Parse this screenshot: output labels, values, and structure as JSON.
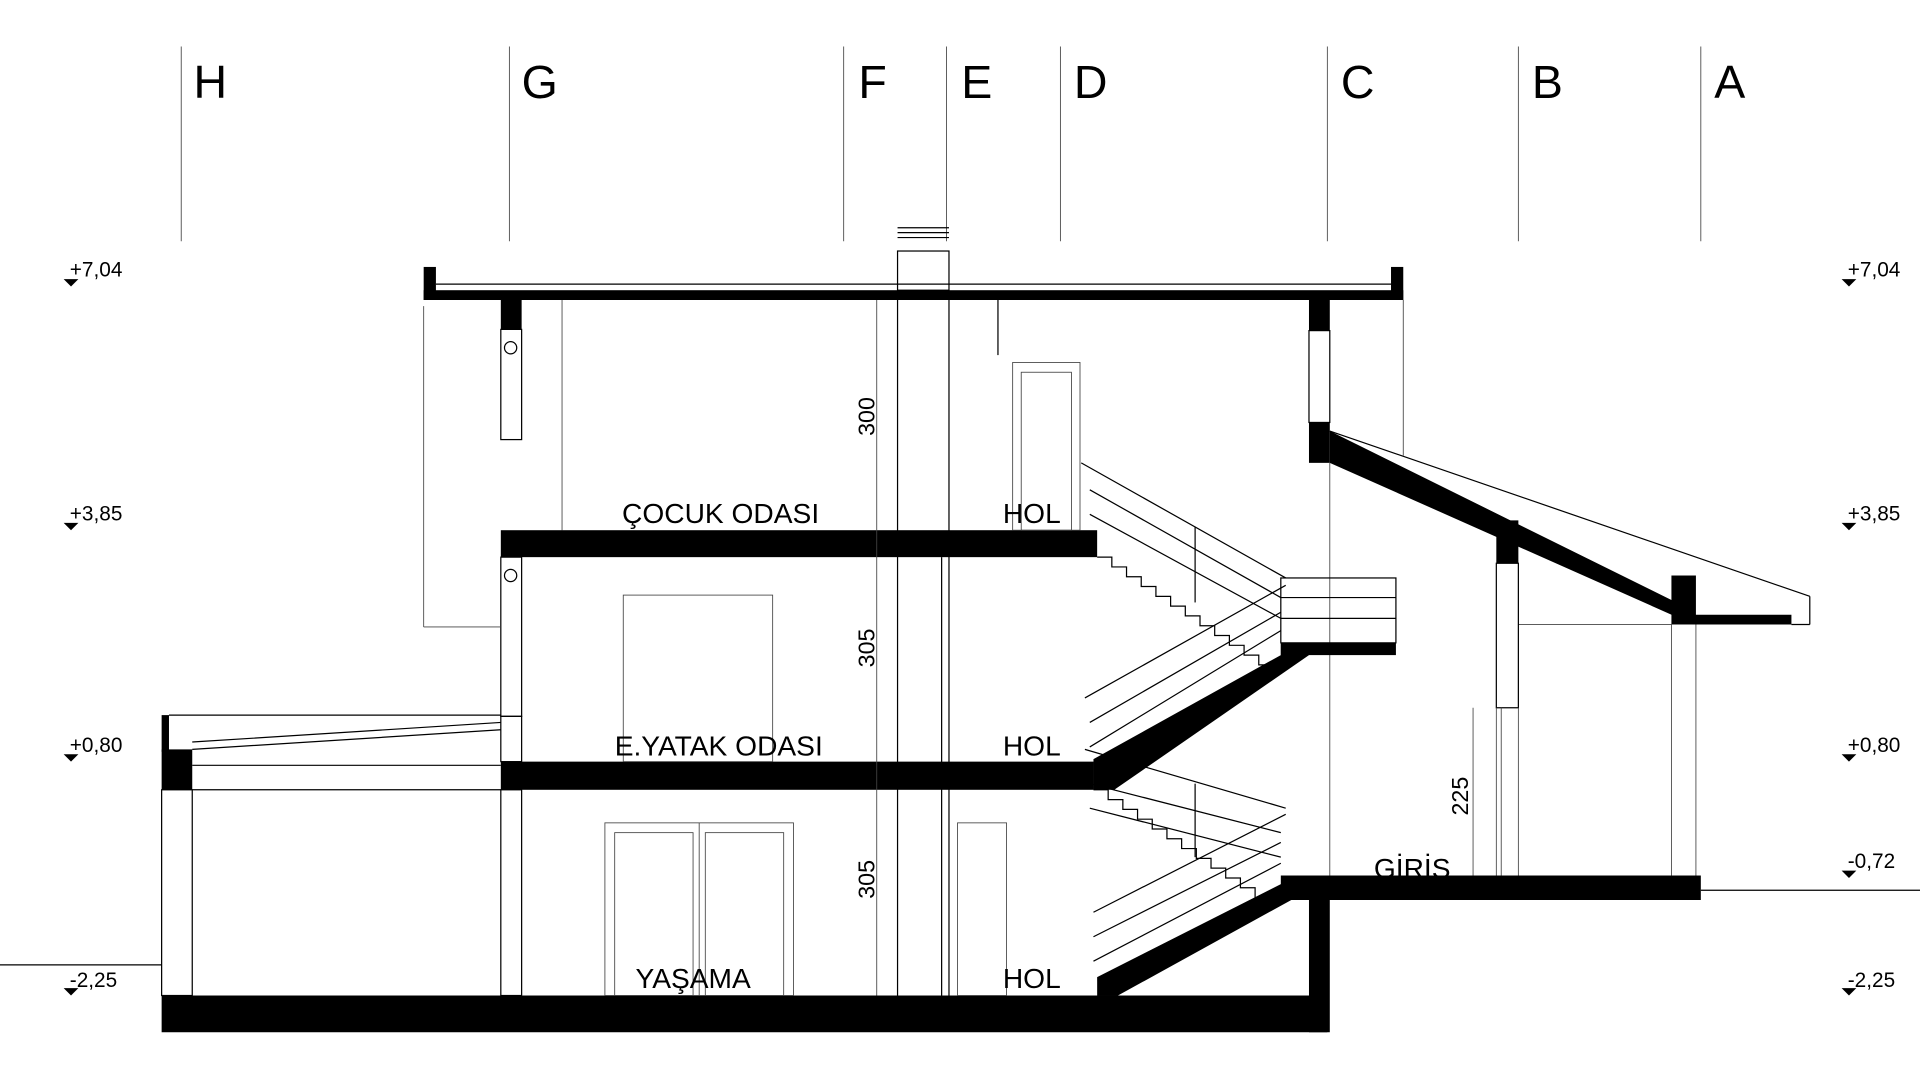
{
  "drawing": {
    "axes": [
      "H",
      "G",
      "F",
      "E",
      "D",
      "C",
      "B",
      "A"
    ],
    "levels_left": [
      "+7,04",
      "+3,85",
      "+0,80",
      "-2,25"
    ],
    "levels_right": [
      "+7,04",
      "+3,85",
      "+0,80",
      "-0,72",
      "-2,25"
    ],
    "rooms": {
      "upper_room": "ÇOCUK ODASI",
      "upper_hall": "HOL",
      "middle_room": "E.YATAK ODASI",
      "middle_hall": "HOL",
      "lower_room": "YAŞAMA",
      "lower_hall": "HOL",
      "entrance": "GİRİŞ"
    },
    "dimensions": {
      "upper_height": "300",
      "middle_height": "305",
      "lower_height": "305",
      "entrance_height": "225"
    }
  }
}
